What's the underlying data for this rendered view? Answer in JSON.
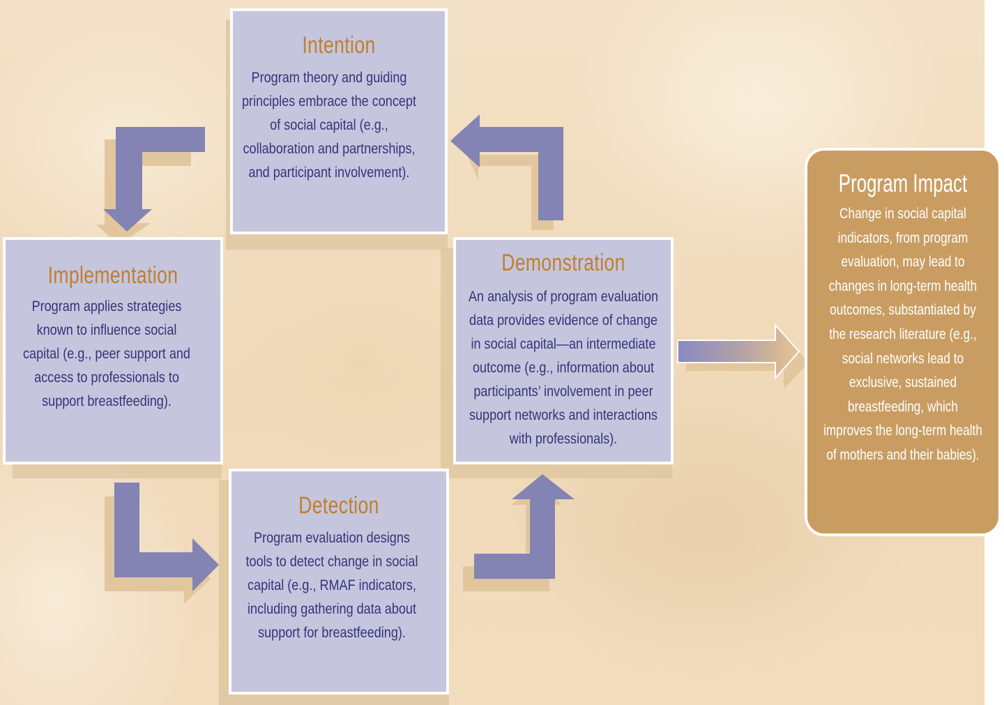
{
  "diagram": {
    "intention": {
      "title": "Intention",
      "body": "Program theory and guiding principles embrace the concept of social capital (e.g., collaboration and partnerships, and participant involvement)."
    },
    "implementation": {
      "title": "Implementation",
      "body": "Program applies strategies known to influence social capital (e.g., peer support and access to professionals to support breastfeeding)."
    },
    "demonstration": {
      "title": "Demonstration",
      "body": "An analysis of program evaluation data provides evidence of change in social capital—an intermediate outcome (e.g., information about participants’ involvement in peer support networks and interactions with professionals)."
    },
    "detection": {
      "title": "Detection",
      "body": "Program evaluation designs tools to detect change in social capital (e.g., RMAF indicators, including gathering data about support for breastfeeding)."
    },
    "impact": {
      "title": "Program Impact",
      "body": "Change in social capital indicators, from program evaluation, may lead to changes in long-term health outcomes, substantiated by the research literature (e.g., social networks lead to exclusive, sustained breastfeeding, which improves the long-term health of mothers and their babies)."
    }
  },
  "colors": {
    "card_fill": "#c5c5de",
    "card_text": "#343479",
    "heading": "#c07f2a",
    "arrow": "#8383b4",
    "arrow_shadow": "#e2c79e",
    "impact_fill": "#c99d62"
  }
}
